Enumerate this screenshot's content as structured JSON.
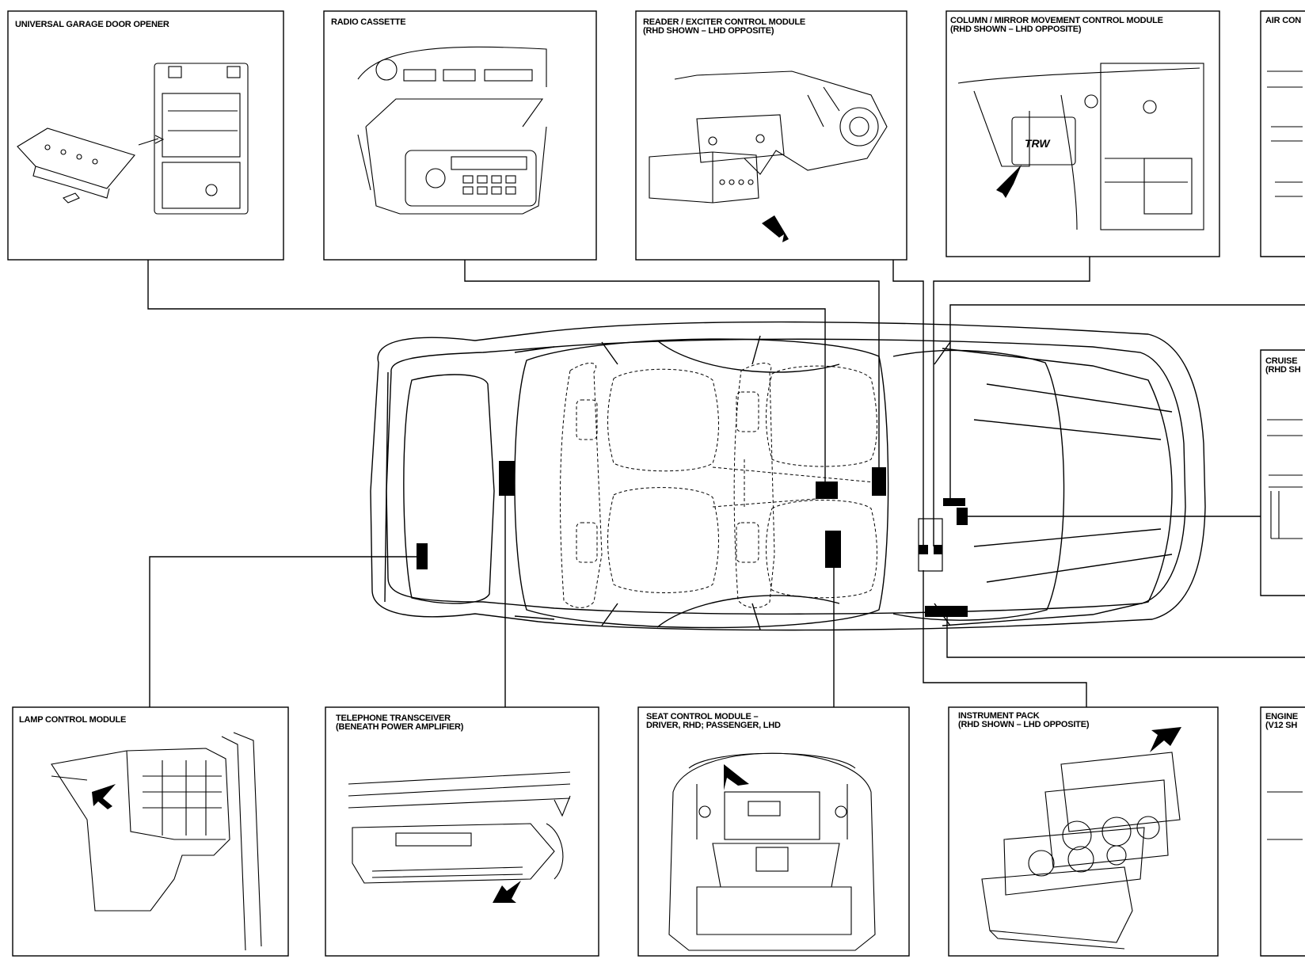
{
  "panels": {
    "garage": {
      "line1": "UNIVERSAL GARAGE DOOR OPENER"
    },
    "radio": {
      "line1": "RADIO CASSETTE"
    },
    "reader": {
      "line1": "READER / EXCITER CONTROL MODULE",
      "line2": "(RHD SHOWN – LHD OPPOSITE)"
    },
    "column": {
      "line1": "COLUMN / MIRROR MOVEMENT CONTROL MODULE",
      "line2": "(RHD SHOWN – LHD OPPOSITE)"
    },
    "aircon": {
      "line1": "AIR CON"
    },
    "cruise": {
      "line1": "CRUISE",
      "line2": "(RHD SH"
    },
    "lamp": {
      "line1": "LAMP CONTROL MODULE"
    },
    "telephone": {
      "line1": "TELEPHONE TRANSCEIVER",
      "line2": "(BENEATH POWER AMPLIFIER)"
    },
    "seat": {
      "line1": "SEAT CONTROL MODULE –",
      "line2": "DRIVER, RHD; PASSENGER, LHD"
    },
    "instrument": {
      "line1": "INSTRUMENT PACK",
      "line2": "(RHD SHOWN – LHD OPPOSITE)"
    },
    "engine": {
      "line1": "ENGINE",
      "line2": "(V12 SH"
    }
  },
  "illustration_text": {
    "trw_logo": "TRW"
  },
  "colors": {
    "ink": "#000000",
    "paper": "#ffffff",
    "marker": "#000000"
  }
}
